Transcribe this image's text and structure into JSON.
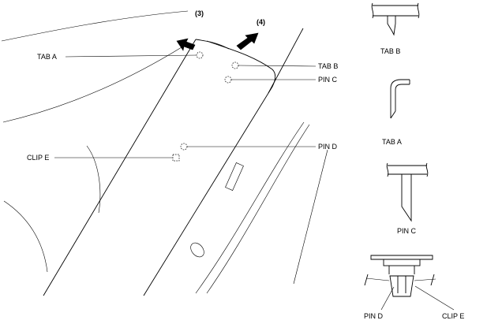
{
  "main_view": {
    "steps": [
      "(3)",
      "(4)"
    ],
    "callouts": [
      "TAB A",
      "TAB B",
      "PIN C",
      "PIN D",
      "CLIP E"
    ]
  },
  "detail_views": {
    "tab_b": "TAB B",
    "tab_a": "TAB A",
    "pin_c": "PIN C",
    "clip_labels": [
      "PIN D",
      "CLIP E"
    ]
  }
}
